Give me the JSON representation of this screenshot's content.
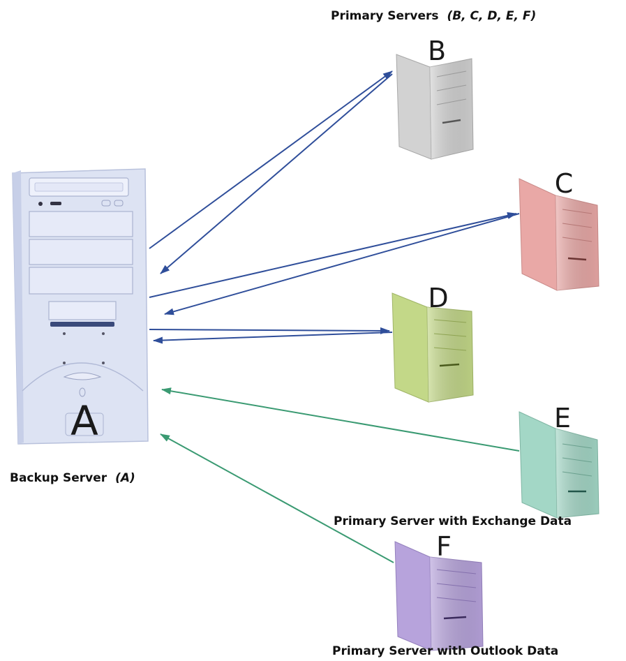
{
  "primary_servers_caption": {
    "label": "Primary Servers",
    "items": "(B, C, D, E, F)"
  },
  "backup_server_caption": {
    "label": "Backup Server",
    "item": "(A)"
  },
  "exchange_caption": "Primary Server with Exchange Data",
  "outlook_caption": "Primary Server with Outlook Data",
  "servers": {
    "A": {
      "letter": "A",
      "color": "#dde3f3"
    },
    "B": {
      "letter": "B",
      "color": "#d2d2d2"
    },
    "C": {
      "letter": "C",
      "color": "#e9a8a6"
    },
    "D": {
      "letter": "D",
      "color": "#c3d888"
    },
    "E": {
      "letter": "E",
      "color": "#a3d7c6"
    },
    "F": {
      "letter": "F",
      "color": "#b7a3dc"
    }
  },
  "colors": {
    "arrow_blue": "#2f4e9a",
    "arrow_green": "#3a9a72"
  }
}
